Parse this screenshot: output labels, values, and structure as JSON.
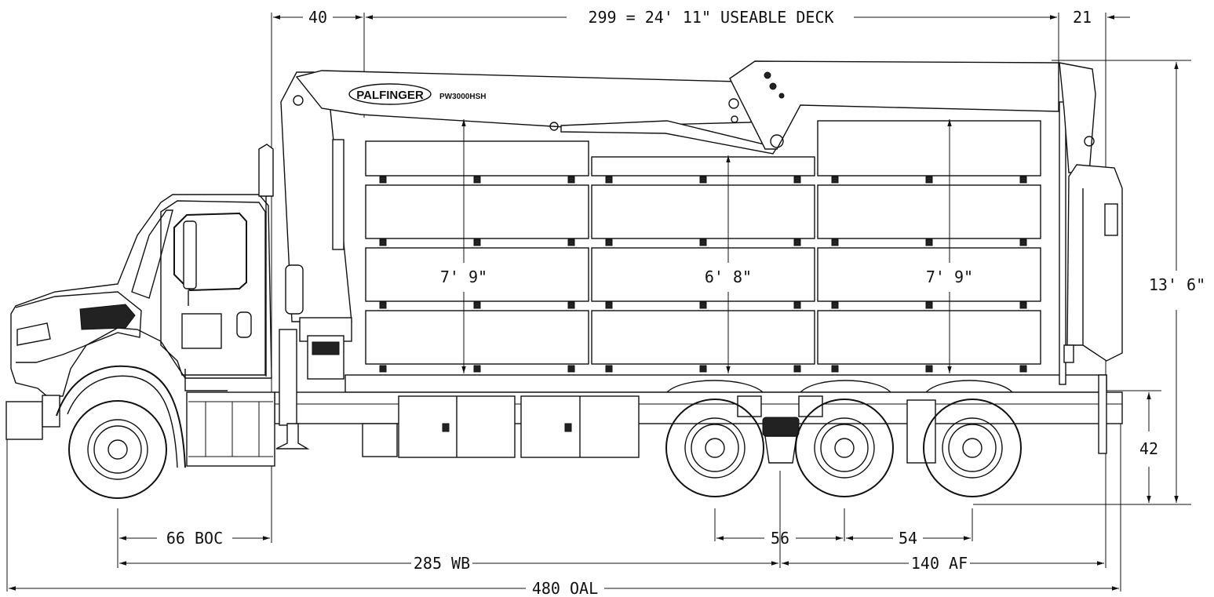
{
  "diagram": {
    "brand": "PALFINGER",
    "model": "PW3000HSH",
    "dimensions": {
      "front_overhang": "40",
      "useable_deck": "299 = 24' 11\" USEABLE DECK",
      "rear_overhang": "21",
      "overall_height": "13' 6\"",
      "deck_height": "42",
      "bumper_to_cab": "66 BOC",
      "tandem_spread_front": "56",
      "tandem_spread_rear": "54",
      "wheelbase": "285 WB",
      "after_frame": "140 AF",
      "overall_length": "480 OAL"
    },
    "load_heights": {
      "front_stack": "7' 9\"",
      "middle_stack": "6' 8\"",
      "rear_stack": "7' 9\""
    }
  }
}
